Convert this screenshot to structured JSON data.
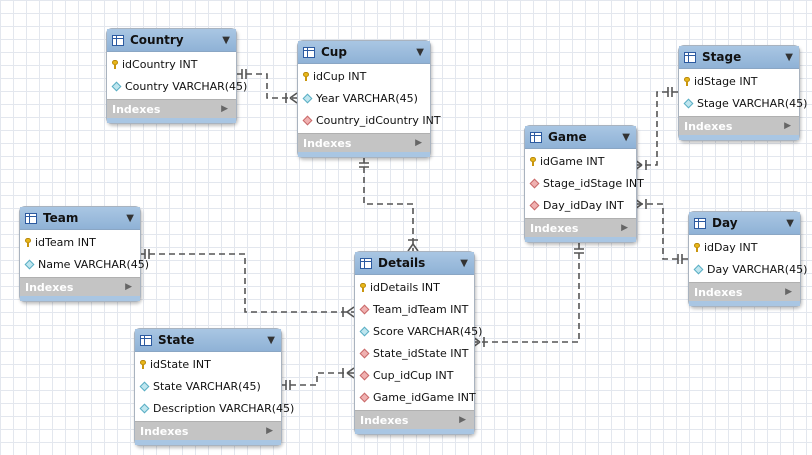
{
  "tables": {
    "country": {
      "title": "Country",
      "columns": [
        {
          "name": "idCountry INT",
          "type": "pk"
        },
        {
          "name": "Country VARCHAR(45)",
          "type": "col"
        }
      ],
      "footer": "Indexes"
    },
    "cup": {
      "title": "Cup",
      "columns": [
        {
          "name": "idCup INT",
          "type": "pk"
        },
        {
          "name": "Year VARCHAR(45)",
          "type": "col"
        },
        {
          "name": "Country_idCountry INT",
          "type": "fk"
        }
      ],
      "footer": "Indexes"
    },
    "stage": {
      "title": "Stage",
      "columns": [
        {
          "name": "idStage INT",
          "type": "pk"
        },
        {
          "name": "Stage VARCHAR(45)",
          "type": "col"
        }
      ],
      "footer": "Indexes"
    },
    "game": {
      "title": "Game",
      "columns": [
        {
          "name": "idGame INT",
          "type": "pk"
        },
        {
          "name": "Stage_idStage INT",
          "type": "fk"
        },
        {
          "name": "Day_idDay INT",
          "type": "fk"
        }
      ],
      "footer": "Indexes"
    },
    "team": {
      "title": "Team",
      "columns": [
        {
          "name": "idTeam INT",
          "type": "pk"
        },
        {
          "name": "Name VARCHAR(45)",
          "type": "col"
        }
      ],
      "footer": "Indexes"
    },
    "day": {
      "title": "Day",
      "columns": [
        {
          "name": "idDay INT",
          "type": "pk"
        },
        {
          "name": "Day VARCHAR(45)",
          "type": "col"
        }
      ],
      "footer": "Indexes"
    },
    "details": {
      "title": "Details",
      "columns": [
        {
          "name": "idDetails INT",
          "type": "pk"
        },
        {
          "name": "Team_idTeam INT",
          "type": "fk"
        },
        {
          "name": "Score VARCHAR(45)",
          "type": "col"
        },
        {
          "name": "State_idState INT",
          "type": "fk"
        },
        {
          "name": "Cup_idCup INT",
          "type": "fk"
        },
        {
          "name": "Game_idGame INT",
          "type": "fk"
        }
      ],
      "footer": "Indexes"
    },
    "state": {
      "title": "State",
      "columns": [
        {
          "name": "idState INT",
          "type": "pk"
        },
        {
          "name": "State VARCHAR(45)",
          "type": "col"
        },
        {
          "name": "Description VARCHAR(45)",
          "type": "col"
        }
      ],
      "footer": "Indexes"
    }
  }
}
